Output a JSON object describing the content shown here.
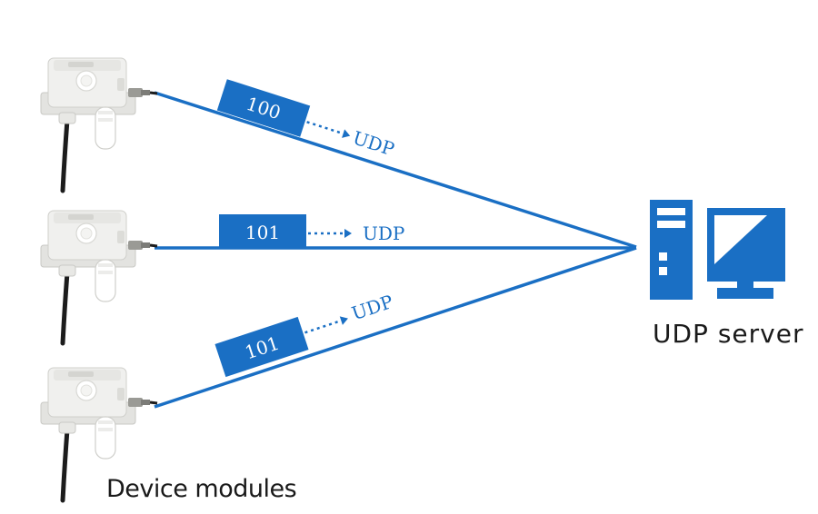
{
  "diagram": {
    "devices_caption": "Device modules",
    "server_caption": "UDP server",
    "links": [
      {
        "packet": "100",
        "protocol": "UDP"
      },
      {
        "packet": "101",
        "protocol": "UDP"
      },
      {
        "packet": "101",
        "protocol": "UDP"
      }
    ]
  },
  "colors": {
    "accent": "#1a6fc4",
    "device_body": "#eeeeec",
    "device_shadow": "#c9c9c6",
    "cable": "#1c1c1c",
    "connector": "#8a8a86"
  },
  "icons": {
    "device": "sensor-device-icon",
    "server": "desktop-computer-icon"
  }
}
